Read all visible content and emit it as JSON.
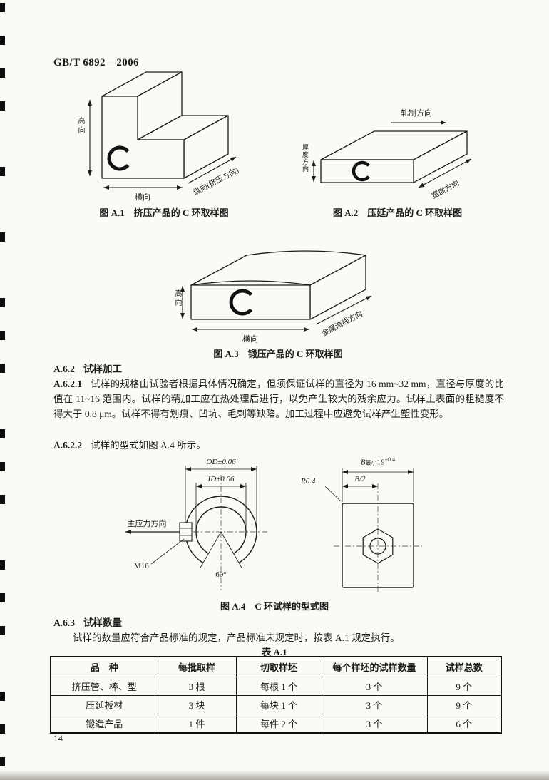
{
  "page": {
    "header": "GB/T 6892—2006",
    "number": "14"
  },
  "figures": {
    "a1": {
      "caption": "图 A.1　挤压产品的 C 环取样图",
      "height_label": "高向",
      "lateral_label": "横向",
      "longitudinal_label": "纵向(挤压方向)"
    },
    "a2": {
      "caption": "图 A.2　压延产品的 C 环取样图",
      "rolling_label": "轧制方向",
      "thickness_label": "厚度方向",
      "width_label": "宽度方向"
    },
    "a3": {
      "caption": "图 A.3　锻压产品的 C 环取样图",
      "height_label": "高向",
      "lateral_label": "横向",
      "flow_label": "金属流线方向"
    },
    "a4": {
      "caption": "图 A.4　C 环试样的型式图",
      "od_label": "OD±0.06",
      "id_label": "ID±0.06",
      "stress_label": "主应力方向",
      "m16_label": "M16",
      "angle_label": "60°",
      "r_label": "R0.4",
      "b_main": "B",
      "b_sub": "最小",
      "b_val": "19",
      "b_tol": "+0.4",
      "bhalf_label": "B/2"
    }
  },
  "sections": {
    "a62": {
      "number": "A.6.2",
      "title": "试样加工"
    },
    "a621": {
      "number": "A.6.2.1",
      "text": "试样的规格由试验者根据具体情况确定，但须保证试样的直径为 16 mm~32 mm，直径与厚度的比值在 11~16 范围内。试样的精加工应在热处理后进行，以免产生较大的残余应力。试样主表面的粗糙度不得大于 0.8 μm。试样不得有划痕、凹坑、毛刺等缺陷。加工过程中应避免试样产生塑性变形。"
    },
    "a622": {
      "number": "A.6.2.2",
      "text": "试样的型式如图 A.4 所示。"
    },
    "a63": {
      "number": "A.6.3",
      "title": "试样数量",
      "body": "试样的数量应符合产品标准的规定，产品标准未规定时，按表 A.1 规定执行。"
    }
  },
  "table": {
    "title": "表 A.1",
    "headers": [
      "品　种",
      "每批取样",
      "切取样坯",
      "每个样坯的试样数量",
      "试样总数"
    ],
    "rows": [
      [
        "挤压管、棒、型",
        "3 根",
        "每根 1 个",
        "3 个",
        "9 个"
      ],
      [
        "压延板材",
        "3 块",
        "每块 1 个",
        "3 个",
        "9 个"
      ],
      [
        "锻造产品",
        "1 件",
        "每件 2 个",
        "3 个",
        "6 个"
      ]
    ]
  }
}
